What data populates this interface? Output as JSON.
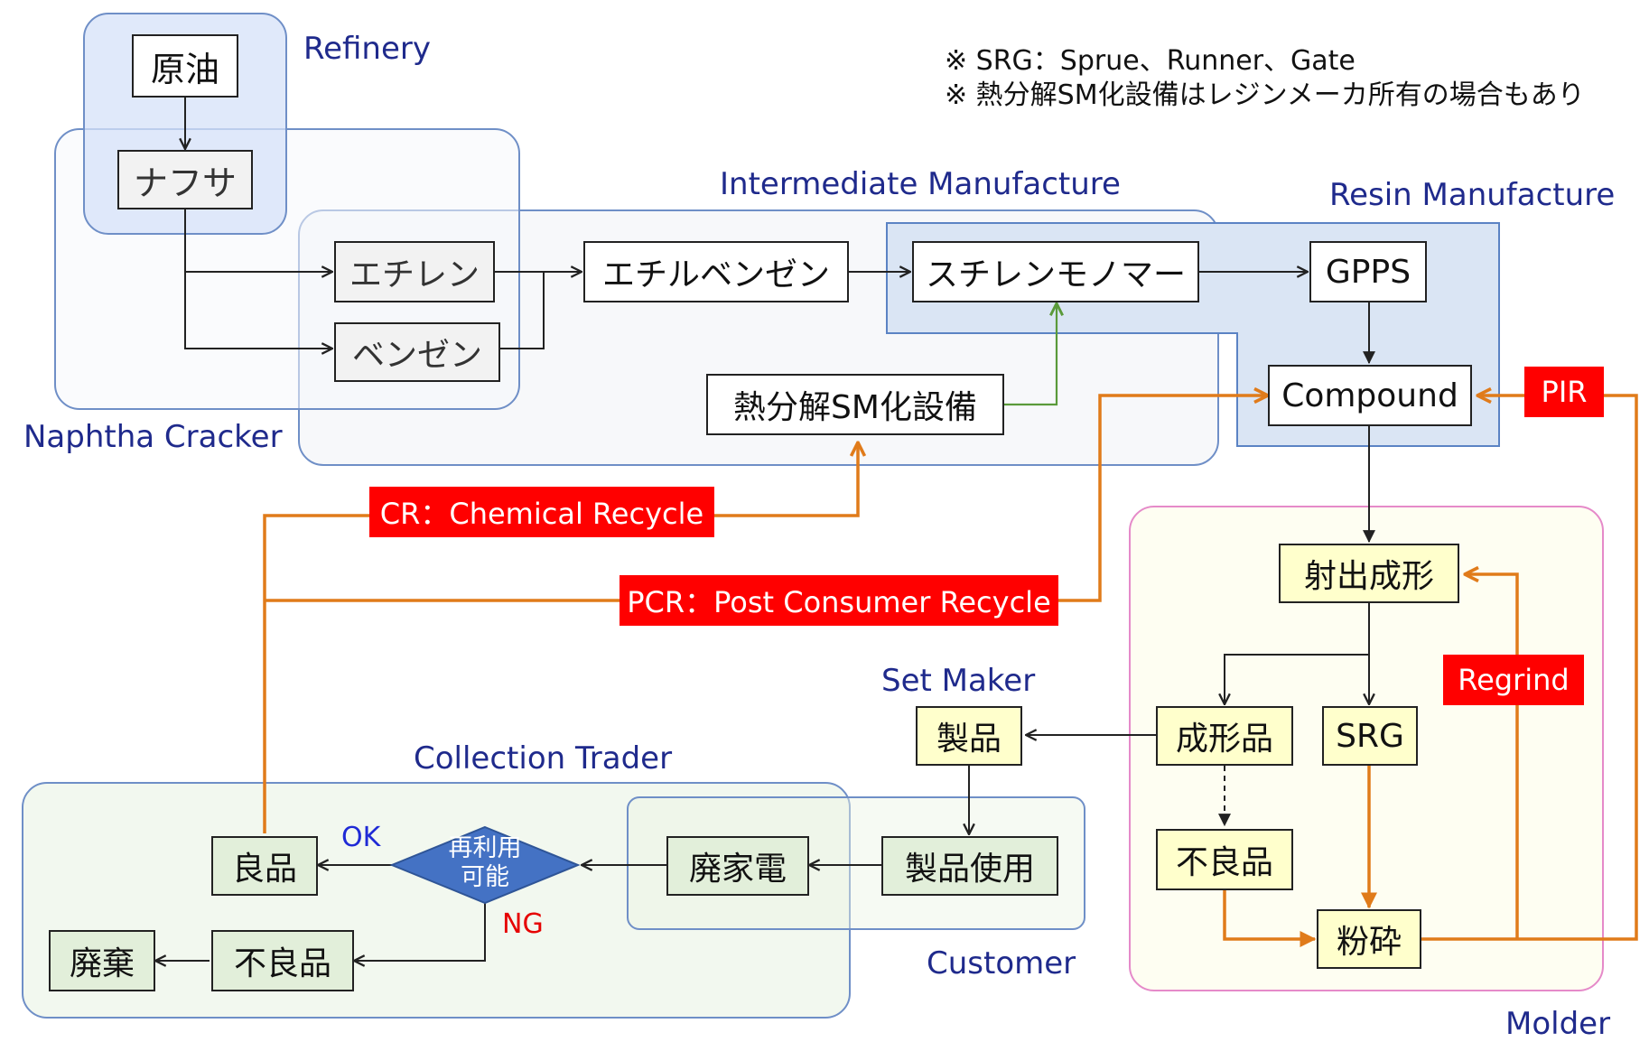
{
  "notes": {
    "srg": "※ SRG：Sprue、Runner、Gate",
    "resin_maker": "※ 熱分解SM化設備はレジンメーカ所有の場合もあり"
  },
  "regions": {
    "refinery": "Refinery",
    "naphtha_cracker": "Naphtha Cracker",
    "intermediate": "Intermediate Manufacture",
    "resin": "Resin Manufacture",
    "molder": "Molder",
    "set_maker": "Set Maker",
    "collection_trader": "Collection Trader",
    "customer": "Customer"
  },
  "nodes": {
    "crude_oil": "原油",
    "naphtha": "ナフサ",
    "ethylene": "エチレン",
    "benzene": "ベンゼン",
    "ethylbenzene": "エチルベンゼン",
    "styrene_monomer": "スチレンモノマー",
    "gpps": "GPPS",
    "compound": "Compound",
    "pyrolysis": "熱分解SM化設備",
    "injection_molding": "射出成形",
    "molded_product": "成形品",
    "srg": "SRG",
    "molder_defect": "不良品",
    "pulverize": "粉砕",
    "product": "製品",
    "product_use": "製品使用",
    "waste_appliance": "廃家電",
    "reusable": "再利用\n可能",
    "good": "良品",
    "trader_defect": "不良品",
    "disposal": "廃棄"
  },
  "tags": {
    "cr": "CR：Chemical Recycle",
    "pcr": "PCR：Post Consumer Recycle",
    "pir": "PIR",
    "regrind": "Regrind"
  },
  "decision_labels": {
    "ok": "OK",
    "ng": "NG"
  },
  "colors": {
    "label_blue": "#1f2a8c",
    "tag_red": "#ff0000",
    "recycle_orange": "#e07b1a",
    "cr_green": "#5a9a3a"
  }
}
